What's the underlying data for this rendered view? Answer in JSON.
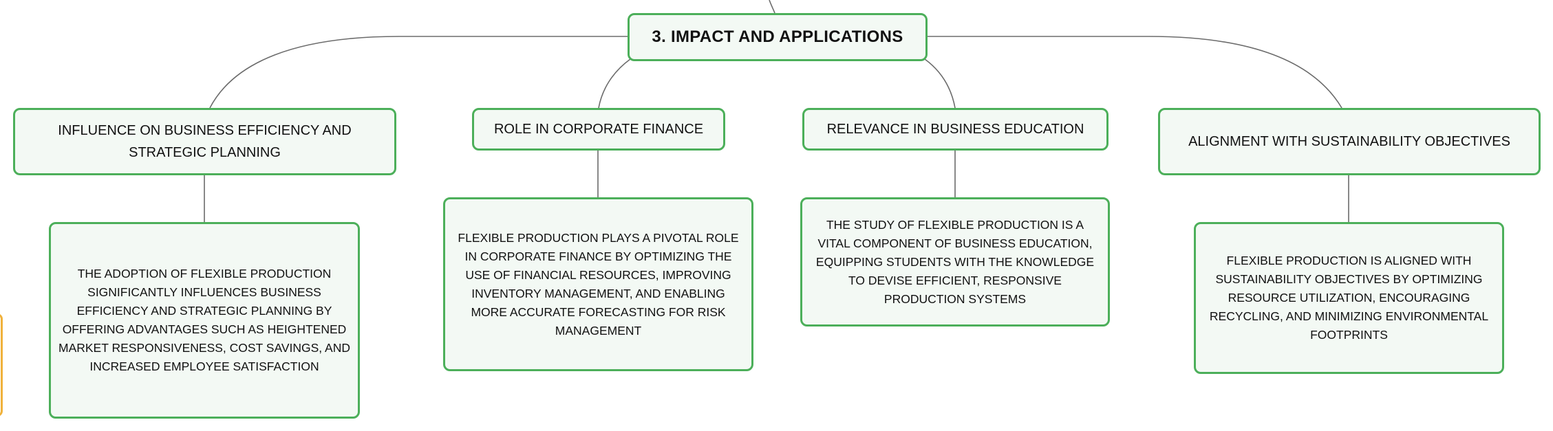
{
  "root": {
    "label": "3. IMPACT AND APPLICATIONS"
  },
  "branches": [
    {
      "label": "INFLUENCE ON BUSINESS EFFICIENCY AND STRATEGIC PLANNING",
      "detail": "THE ADOPTION OF FLEXIBLE PRODUCTION SIGNIFICANTLY INFLUENCES BUSINESS EFFICIENCY AND STRATEGIC PLANNING BY OFFERING ADVANTAGES SUCH AS HEIGHTENED MARKET RESPONSIVENESS, COST SAVINGS, AND INCREASED EMPLOYEE SATISFACTION"
    },
    {
      "label": "ROLE IN CORPORATE FINANCE",
      "detail": "FLEXIBLE PRODUCTION PLAYS A PIVOTAL ROLE IN CORPORATE FINANCE BY OPTIMIZING THE USE OF FINANCIAL RESOURCES, IMPROVING INVENTORY MANAGEMENT, AND ENABLING MORE ACCURATE FORECASTING FOR RISK MANAGEMENT"
    },
    {
      "label": "RELEVANCE IN BUSINESS EDUCATION",
      "detail": "THE STUDY OF FLEXIBLE PRODUCTION IS A VITAL COMPONENT OF BUSINESS EDUCATION, EQUIPPING STUDENTS WITH THE KNOWLEDGE TO DEVISE EFFICIENT, RESPONSIVE PRODUCTION SYSTEMS"
    },
    {
      "label": "ALIGNMENT WITH SUSTAINABILITY OBJECTIVES",
      "detail": "FLEXIBLE PRODUCTION IS ALIGNED WITH SUSTAINABILITY OBJECTIVES BY OPTIMIZING RESOURCE UTILIZATION, ENCOURAGING RECYCLING, AND MINIMIZING ENVIRONMENTAL FOOTPRINTS"
    }
  ],
  "colors": {
    "node_border": "#4caf5a",
    "node_fill": "#f3f9f4",
    "connector": "#6b6b6b",
    "side_node_border": "#f0b13a"
  }
}
